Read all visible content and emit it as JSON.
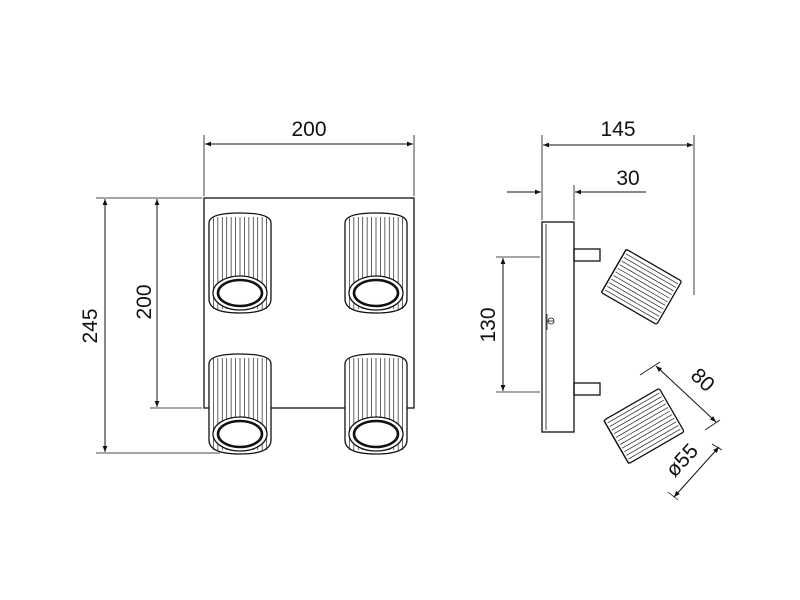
{
  "drawing": {
    "front_view": {
      "dim_width": "200",
      "dim_height_outer": "245",
      "dim_height_plate": "200"
    },
    "side_view": {
      "dim_depth": "145",
      "dim_plate_offset": "30",
      "dim_spot_spacing": "130",
      "dim_spot_length": "80",
      "dim_spot_diameter": "ø55"
    }
  },
  "colors": {
    "line": "#111111",
    "background": "#ffffff"
  }
}
